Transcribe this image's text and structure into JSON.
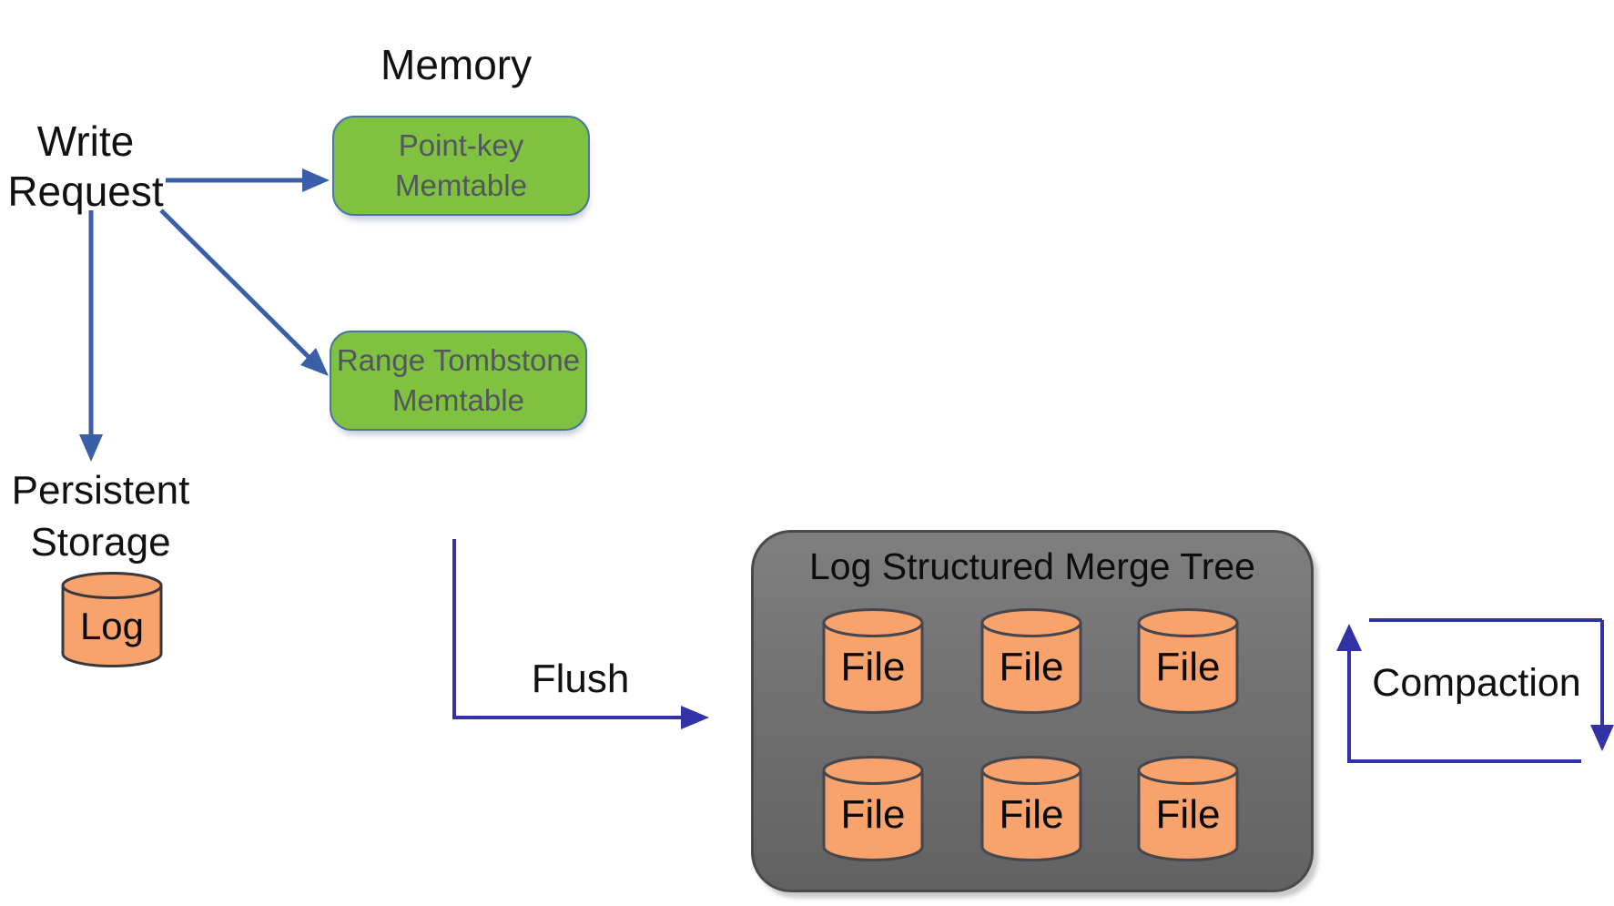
{
  "diagram": {
    "memory_label": "Memory",
    "write_request": [
      "Write",
      "Request"
    ],
    "persistent_storage": [
      "Persistent",
      "Storage"
    ],
    "log_label": "Log",
    "flush_label": "Flush",
    "compaction_label": "Compaction",
    "lsm_title": "Log Structured Merge Tree",
    "file_label": "File",
    "memtables": [
      {
        "id": "point-key-memtable",
        "line1": "Point-key",
        "line2": "Memtable"
      },
      {
        "id": "range-tombstone-memtable",
        "line1": "Range Tombstone",
        "line2": "Memtable"
      }
    ],
    "edges": [
      {
        "from": "write-request",
        "to": "point-key-memtable"
      },
      {
        "from": "write-request",
        "to": "range-tombstone-memtable"
      },
      {
        "from": "write-request",
        "to": "persistent-storage-log"
      },
      {
        "from": "memtables",
        "to": "lsm-tree",
        "label": "Flush"
      },
      {
        "from": "lsm-tree",
        "to": "lsm-tree",
        "label": "Compaction"
      }
    ],
    "lsm_file_count": 6
  },
  "colors": {
    "memtable_fill": "#7EC23F",
    "memtable_border": "#4A74A8",
    "memtable_text": "#54565F",
    "cylinder_fill": "#F8A26C",
    "cylinder_border": "#46464E",
    "lsm_fill": "#737373",
    "lsm_border": "#4A4A4A",
    "write_arrow": "#3B5EA9",
    "flow_arrow": "#3231A5",
    "label_text": "#111111"
  }
}
